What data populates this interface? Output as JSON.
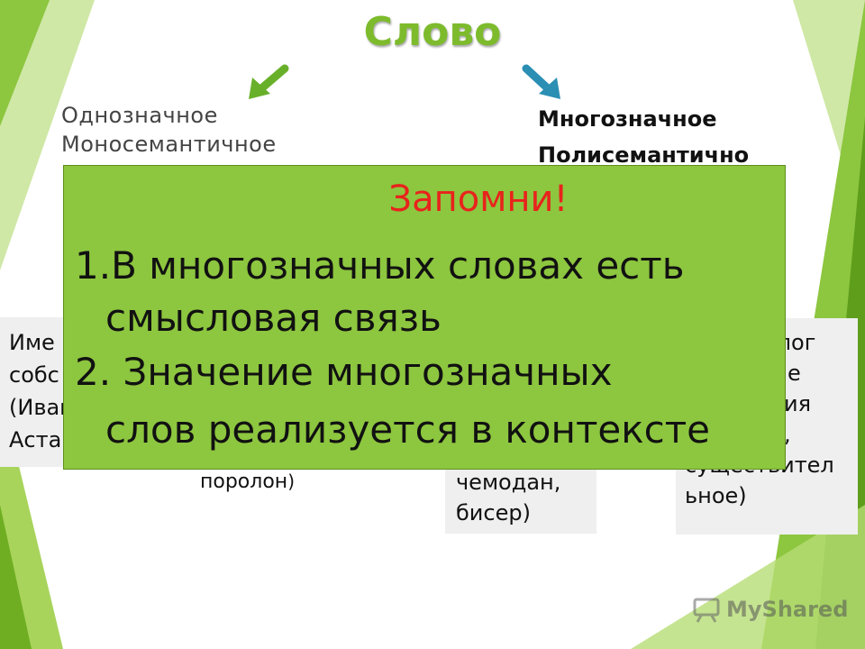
{
  "slide": {
    "title": "Слово",
    "left": {
      "line1": "Однозначное",
      "line2": "Моносемантичное"
    },
    "right": {
      "line1": "Многозначное",
      "line2": "Полисемантично"
    },
    "callout": {
      "title": "Запомни!",
      "point1_line1": "1.В многозначных словах есть",
      "point1_line2": "смысловая связь",
      "point2_line1": "2. Значение многозначных",
      "point2_line2": "слов реализуется в контексте"
    },
    "box_left": {
      "l1": "Име",
      "l2": "собс",
      "l3": "(Иван",
      "l4": "Аста"
    },
    "box_center": {
      "l1": "поролон",
      "paren": ")"
    },
    "box_right_center": {
      "l1": "чемодан,",
      "l2": "бисер)"
    },
    "box_right": {
      "l1": "олог",
      "l2": "е",
      "l3": "ия",
      "l4": ",",
      "l5": "существител",
      "l6": "ьное)"
    },
    "watermark": "MyShared"
  }
}
